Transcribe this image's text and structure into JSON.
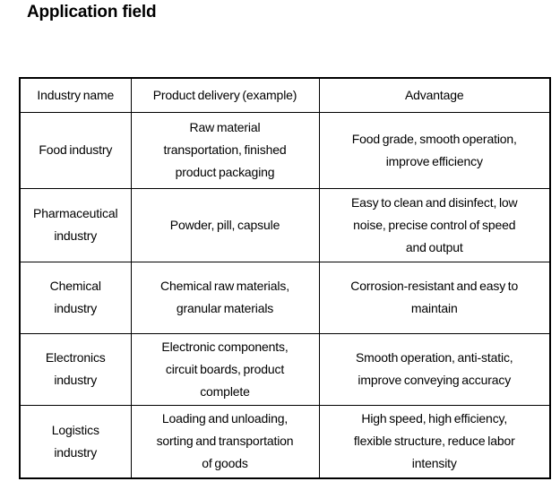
{
  "title": "Application field",
  "table": {
    "headers": [
      "Industry name",
      "Product delivery (example)",
      "Advantage"
    ],
    "rows": [
      {
        "industry": "Food industry",
        "product": "Raw material\ntransportation, finished\nproduct packaging",
        "advantage": "Food grade, smooth operation,\nimprove efficiency"
      },
      {
        "industry": "Pharmaceutical\nindustry",
        "product": "Powder, pill, capsule",
        "advantage": "Easy to clean and disinfect, low\nnoise, precise control of speed\nand output"
      },
      {
        "industry": "Chemical\nindustry",
        "product": "Chemical raw materials,\ngranular materials",
        "advantage": "Corrosion-resistant and easy to\nmaintain"
      },
      {
        "industry": "Electronics\nindustry",
        "product": "Electronic components,\ncircuit boards, product\ncomplete",
        "advantage": "Smooth operation, anti-static,\nimprove conveying accuracy"
      },
      {
        "industry": "Logistics\nindustry",
        "product": "Loading and unloading,\nsorting and transportation\nof goods",
        "advantage": "High speed, high efficiency,\nflexible structure, reduce labor\nintensity"
      }
    ]
  }
}
